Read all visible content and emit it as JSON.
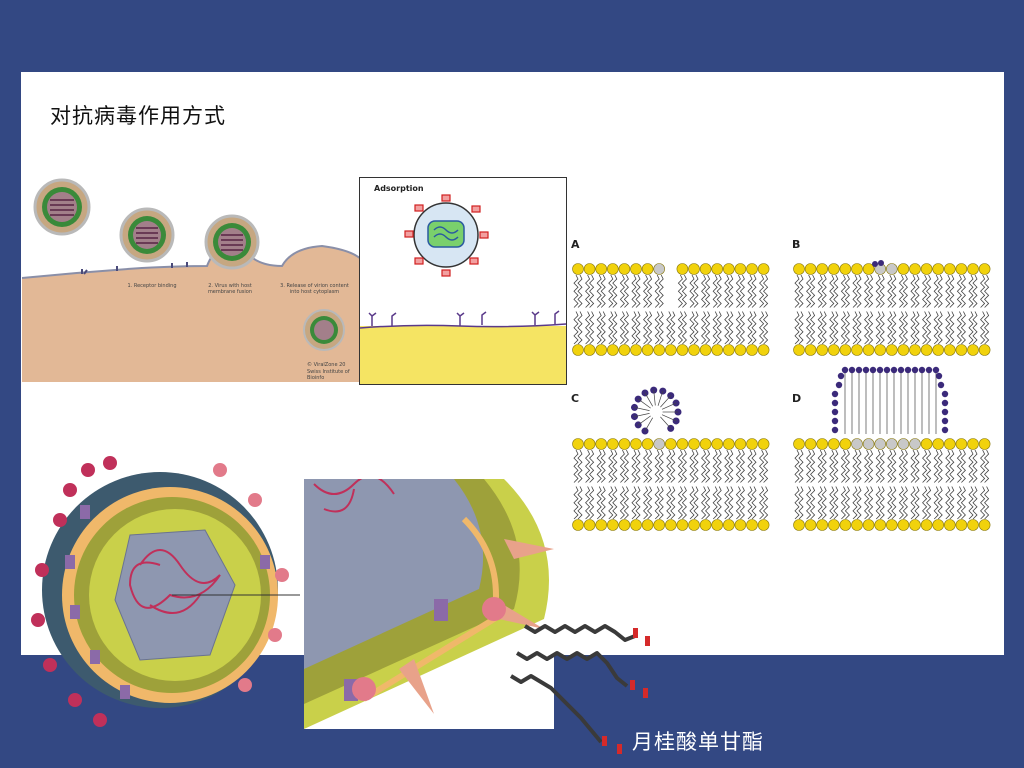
{
  "slide": {
    "title": "对抗病毒作用方式",
    "caption": "月桂酸单甘酯"
  },
  "entry_diagram": {
    "steps": [
      "1. Receptor binding",
      "2. Virus with host membrane fusion",
      "3. Release of virion content into host cytoplasm"
    ],
    "credit_line1": "© ViralZone 20",
    "credit_line2": "Swiss Institute of Bioinfo"
  },
  "adsorption_panel": {
    "title": "Adsorption"
  },
  "membrane_panels": {
    "labels": [
      "A",
      "B",
      "C",
      "D"
    ]
  },
  "colors": {
    "background": "#334883",
    "slide": "#ffffff",
    "lipid_head": "#f1d20c",
    "micelle_head": "#3b2a7a",
    "tissue": "#e2b896",
    "cytoplasm": "#f5e463"
  }
}
